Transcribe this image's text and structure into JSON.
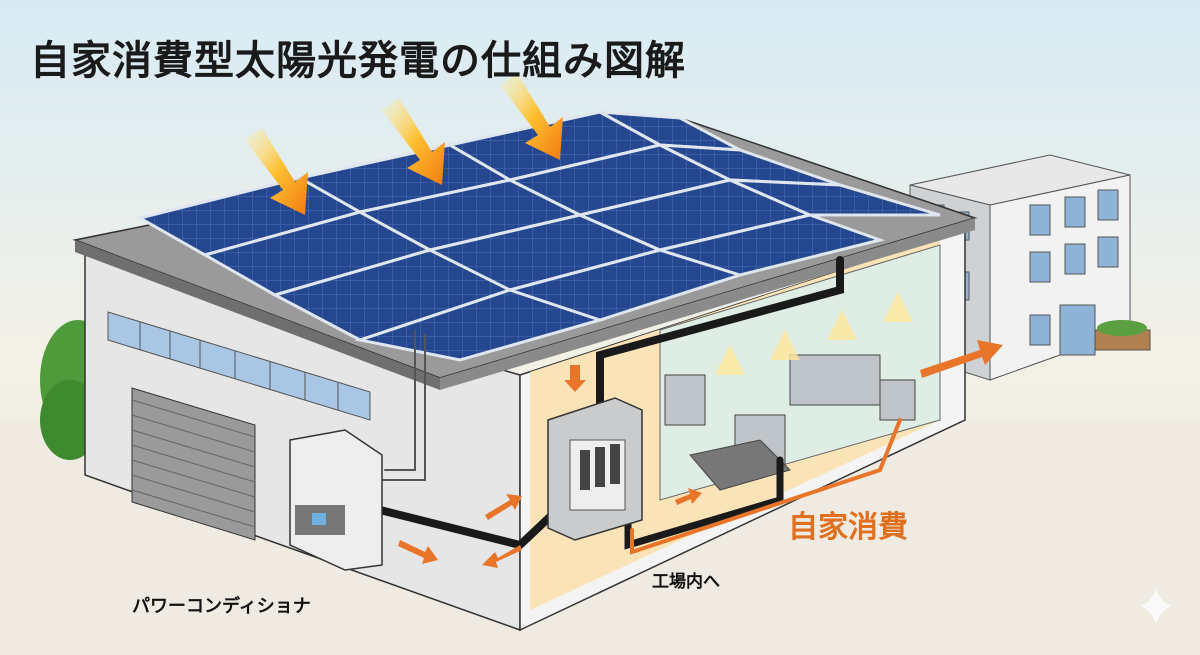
{
  "title": "自家消費型太陽光発電の仕組み図解",
  "labels": {
    "self_consumption": "自家消費",
    "to_factory": "工場内へ",
    "power_conditioner": "パワーコンディショナ"
  },
  "colors": {
    "accent_orange": "#e8752a",
    "panel_blue": "#1f3f86",
    "sky": "#dcecf4",
    "ground": "#efebe2"
  },
  "icons": [
    "sun-ray-arrow-icon",
    "sparkle-icon"
  ]
}
